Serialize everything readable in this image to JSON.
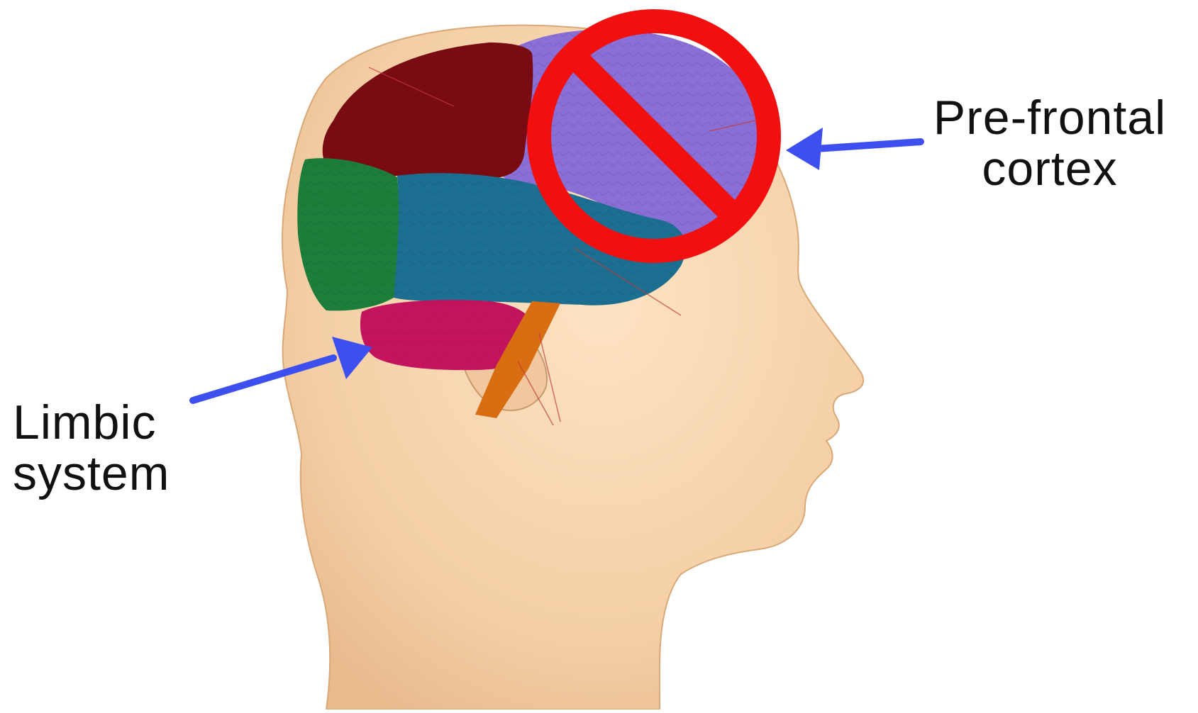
{
  "labels": {
    "prefrontal": {
      "line1": "Pre-frontal",
      "line2": "cortex"
    },
    "limbic": {
      "line1": "Limbic",
      "line2": "system"
    }
  },
  "colors": {
    "background": "#ffffff",
    "skin": "#f6d3ae",
    "frontal_lobe_prefrontal": "#8a6fd6",
    "parietal_lobe": "#7a0b12",
    "occipital_lobe": "#1d7e3b",
    "temporal_lobe": "#1d6f92",
    "cerebellum": "#c4145e",
    "brainstem": "#d86d12",
    "arrow": "#3e4ff0",
    "prohibition_sign": "#f20f10",
    "label_text": "#111111"
  },
  "icons": {
    "prohibition": "no-sign-icon"
  }
}
